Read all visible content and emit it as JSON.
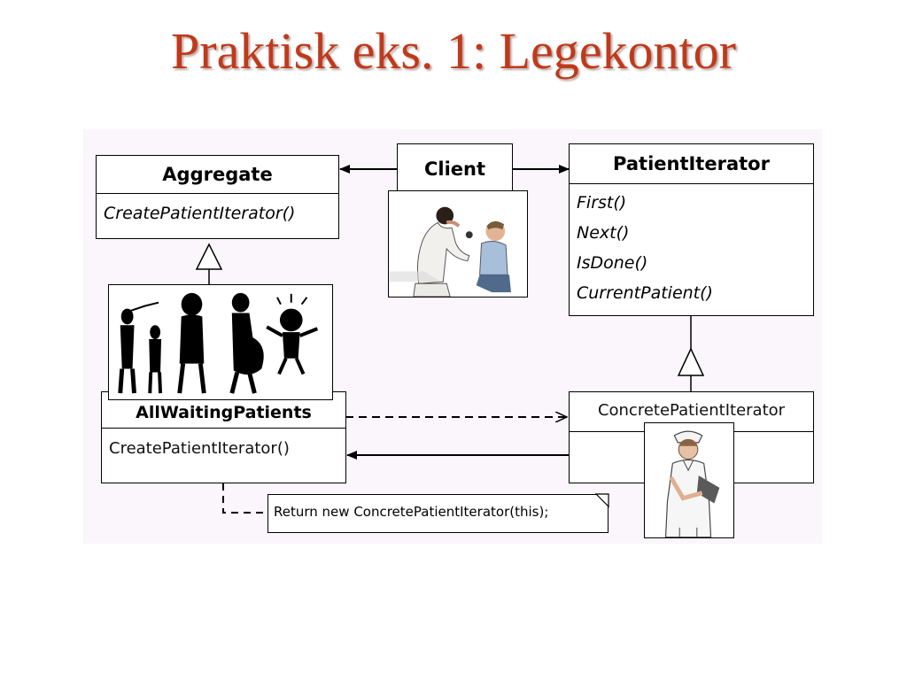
{
  "slide": {
    "title": "Praktisk eks. 1: Legekontor"
  },
  "aggregate": {
    "name": "Aggregate",
    "operations": [
      "CreatePatientIterator()"
    ]
  },
  "client": {
    "name": "Client"
  },
  "patient_iterator": {
    "name": "PatientIterator",
    "operations": [
      "First()",
      "Next()",
      "IsDone()",
      "CurrentPatient()"
    ]
  },
  "all_waiting_patients": {
    "name": "AllWaitingPatients",
    "operations": [
      "CreatePatientIterator()"
    ]
  },
  "concrete_patient_iterator": {
    "name": "ConcretePatientIterator"
  },
  "note": {
    "text": "Return new ConcretePatientIterator(this);"
  },
  "colors": {
    "title": "#c0391b",
    "diagram_background": "#faf6fb"
  }
}
